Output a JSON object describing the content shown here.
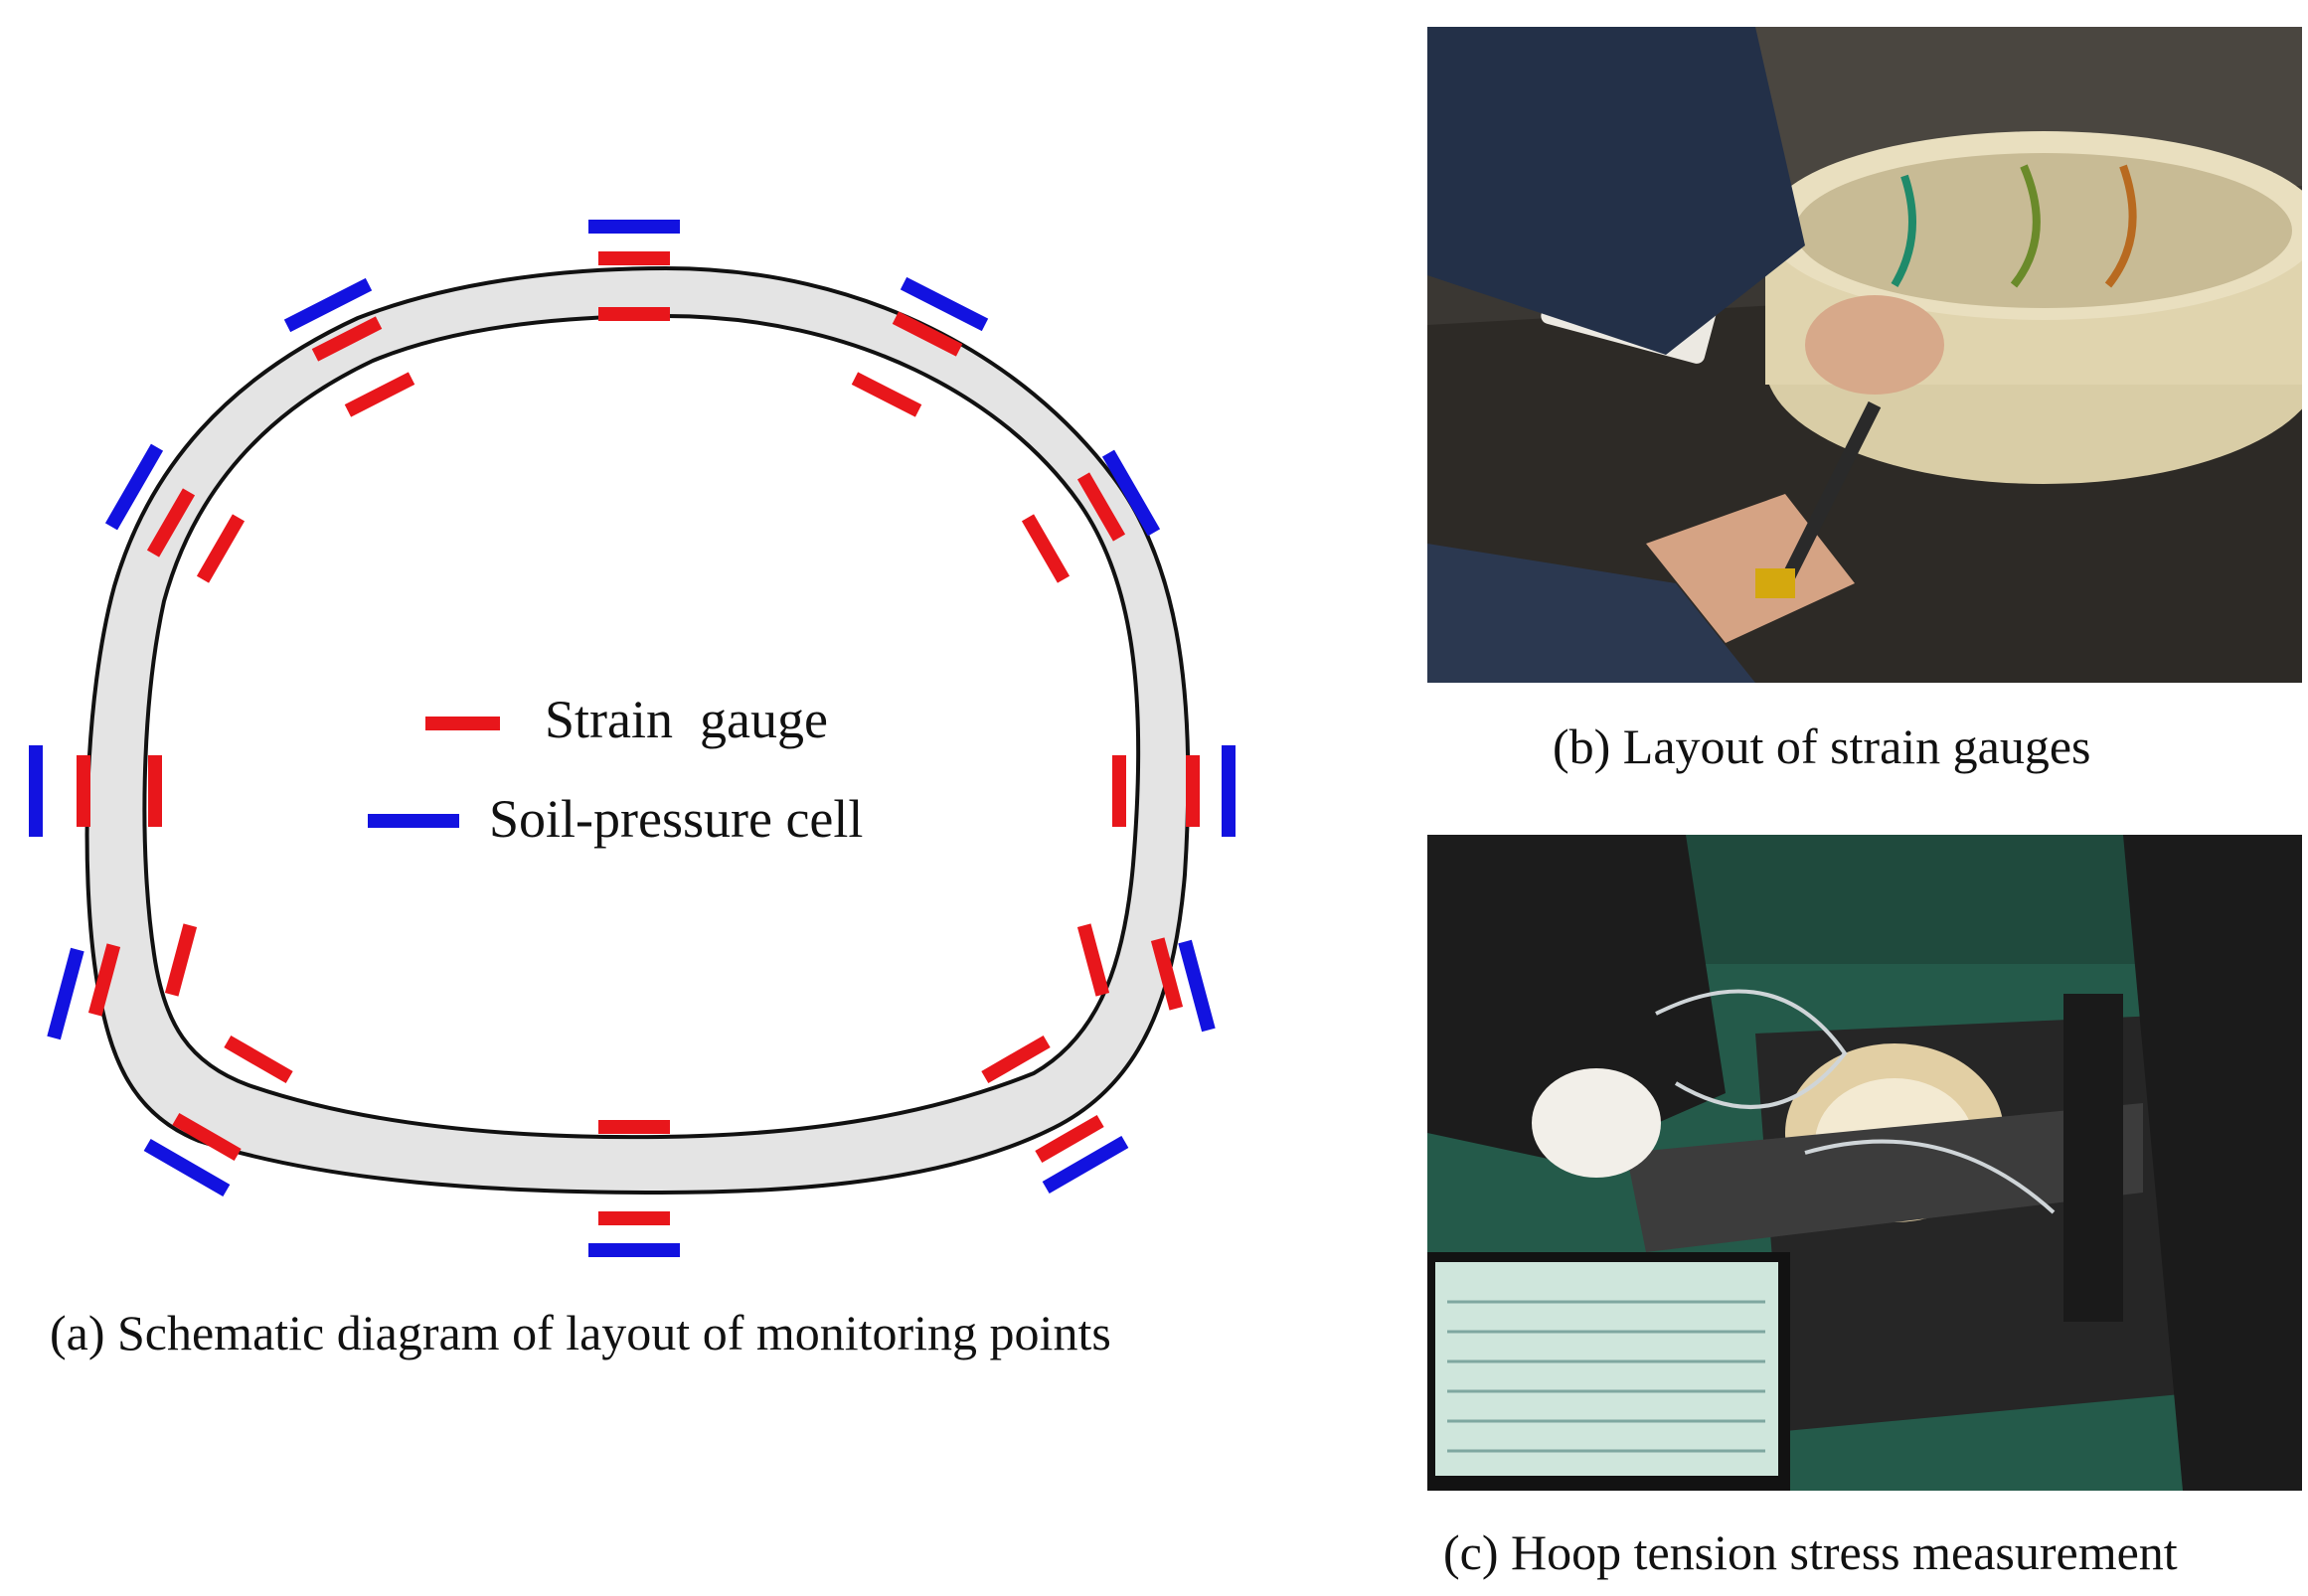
{
  "figure": {
    "panel_a": {
      "caption": "(a) Schematic diagram of layout of monitoring points",
      "legend": [
        {
          "label": "Strain  gauge",
          "color": "#e8161b"
        },
        {
          "label": "Soil-pressure cell",
          "color": "#1212e0"
        }
      ],
      "lining_fill": "#e4e4e4"
    },
    "panel_b": {
      "caption": "(b) Layout of strain gauges",
      "photo": "photo-strain-gauge-installation"
    },
    "panel_c": {
      "caption": "(c) Hoop tension stress measurement",
      "photo": "photo-hoop-tension-measurement"
    }
  }
}
